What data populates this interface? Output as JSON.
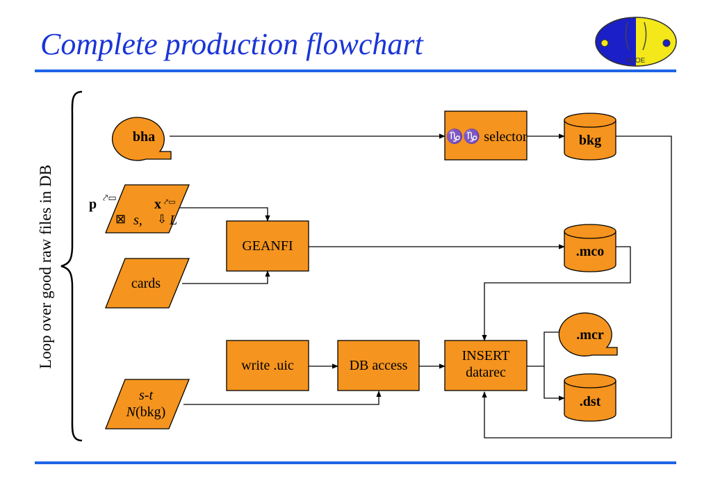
{
  "header": {
    "title": "Complete production flowchart"
  },
  "side_label": "Loop over good raw files in DB",
  "nodes": {
    "bha": "bha",
    "selector": "♑♑ selector",
    "bkg": "bkg",
    "params_p": "p",
    "params_x": "x",
    "params_s": "s,",
    "params_l": "L",
    "geanfi": "GEANFI",
    "mco": ".mco",
    "cards": "cards",
    "write_uic": "write .uic",
    "db_access": "DB access",
    "insert_line1": "INSERT",
    "insert_line2": "datarec",
    "mcr": ".mcr",
    "dst": ".dst",
    "st_line1": "s-t",
    "st_line2_italic": "N",
    "st_line2_rest": "(bkg)"
  },
  "colors": {
    "title": "#1a35d6",
    "rule": "#1e64e6",
    "node_fill": "#f5941e",
    "logo_blue": "#1b1fc8",
    "logo_yellow": "#f4e81a"
  },
  "logo": {
    "text": "KLOE"
  }
}
